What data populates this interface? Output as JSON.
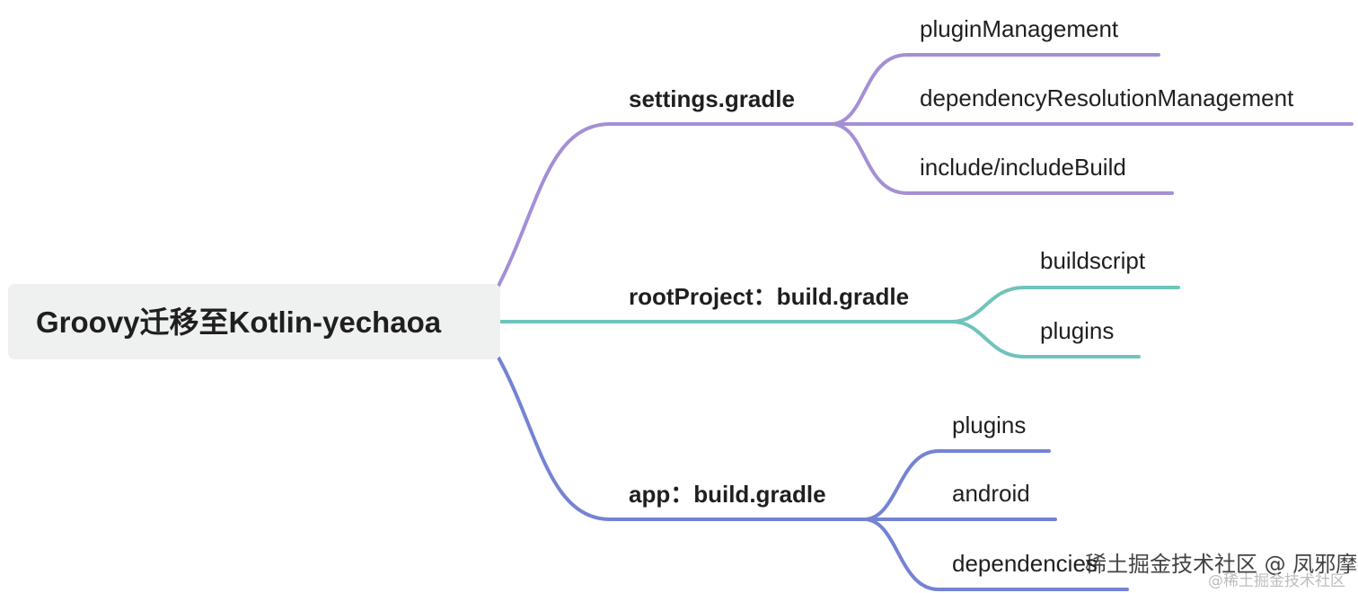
{
  "root": {
    "label": "Groovy迁移至Kotlin-yechaoa"
  },
  "branches": [
    {
      "label": "settings.gradle",
      "color": "#a48fd6",
      "children": [
        "pluginManagement",
        "dependencyResolutionManagement",
        "include/includeBuild"
      ]
    },
    {
      "label": "rootProject：build.gradle",
      "color": "#6fc3bb",
      "children": [
        "buildscript",
        "plugins"
      ]
    },
    {
      "label": "app：build.gradle",
      "color": "#7483d3",
      "children": [
        "plugins",
        "android",
        "dependencies"
      ]
    }
  ],
  "watermark": {
    "main": "稀土掘金技术社区 @ 凤邪摩羯",
    "sub": "@稀土掘金技术社区"
  }
}
